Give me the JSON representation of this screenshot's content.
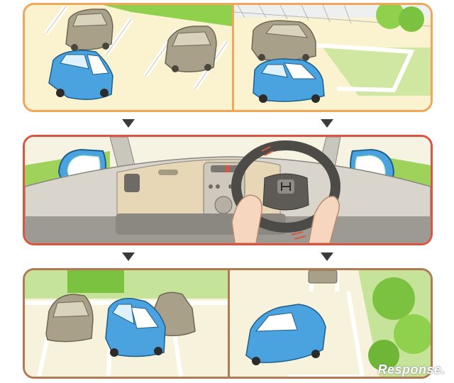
{
  "illustration": {
    "steps": [
      "parking-lot-approach",
      "steering-wheel-turn",
      "parking-result"
    ],
    "colors": {
      "top_border": "#f0a75a",
      "middle_border": "#d9553f",
      "bottom_border": "#b07a55",
      "car_blue": "#4aa3de",
      "parked_car_gray": "#a9a08a",
      "grass_green": "#9fd25b",
      "arrow": "#3a3a3a"
    }
  },
  "watermark": {
    "text": "Response."
  }
}
